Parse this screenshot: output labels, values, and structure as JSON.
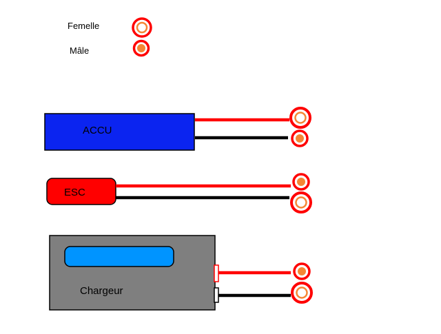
{
  "legend": {
    "female_label": "Femelle",
    "male_label": "Mâle"
  },
  "components": {
    "accu": {
      "label": "ACCU",
      "color": "#0b24f0"
    },
    "esc": {
      "label": "ESC",
      "color": "#ff0000"
    },
    "charger": {
      "label": "Chargeur",
      "body_color": "#7f7f7f",
      "display_color": "#0094ff"
    }
  },
  "colors": {
    "wire_positive": "#ff0000",
    "wire_negative": "#000000",
    "connector_ring": "#ff0000",
    "connector_core": "#f58634"
  }
}
